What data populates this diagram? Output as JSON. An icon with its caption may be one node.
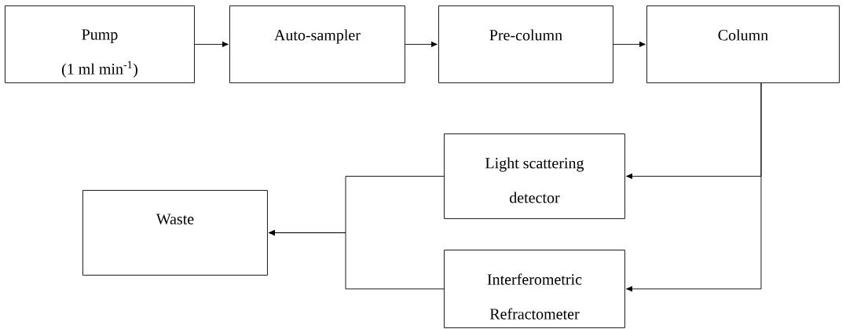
{
  "diagram": {
    "nodes": [
      {
        "text": [
          "Pump",
          "(1 ml min$^{-1}$)"
        ]
      },
      {
        "text": [
          "Auto-sampler"
        ]
      },
      {
        "text": [
          "Pre-column"
        ]
      },
      {
        "text": [
          "Column"
        ]
      },
      {
        "text": [
          "Light scattering detector"
        ]
      },
      {
        "text": [
          "Waste"
        ]
      },
      {
        "text": [
          "Interferometric Refractometer"
        ]
      }
    ],
    "edges": [
      {
        "from": 0,
        "to": 1,
        "arrow": "to"
      },
      {
        "from": 1,
        "to": 2,
        "arrow": "to"
      },
      {
        "from": 2,
        "to": 3,
        "arrow": "to"
      },
      {
        "from": 3,
        "to": 4,
        "arrow": "to"
      },
      {
        "from": 3,
        "to": 6,
        "arrow": "to"
      },
      {
        "from": 4,
        "to": 5,
        "arrow": "to"
      },
      {
        "from": 6,
        "to": 5,
        "arrow": "to"
      }
    ]
  }
}
